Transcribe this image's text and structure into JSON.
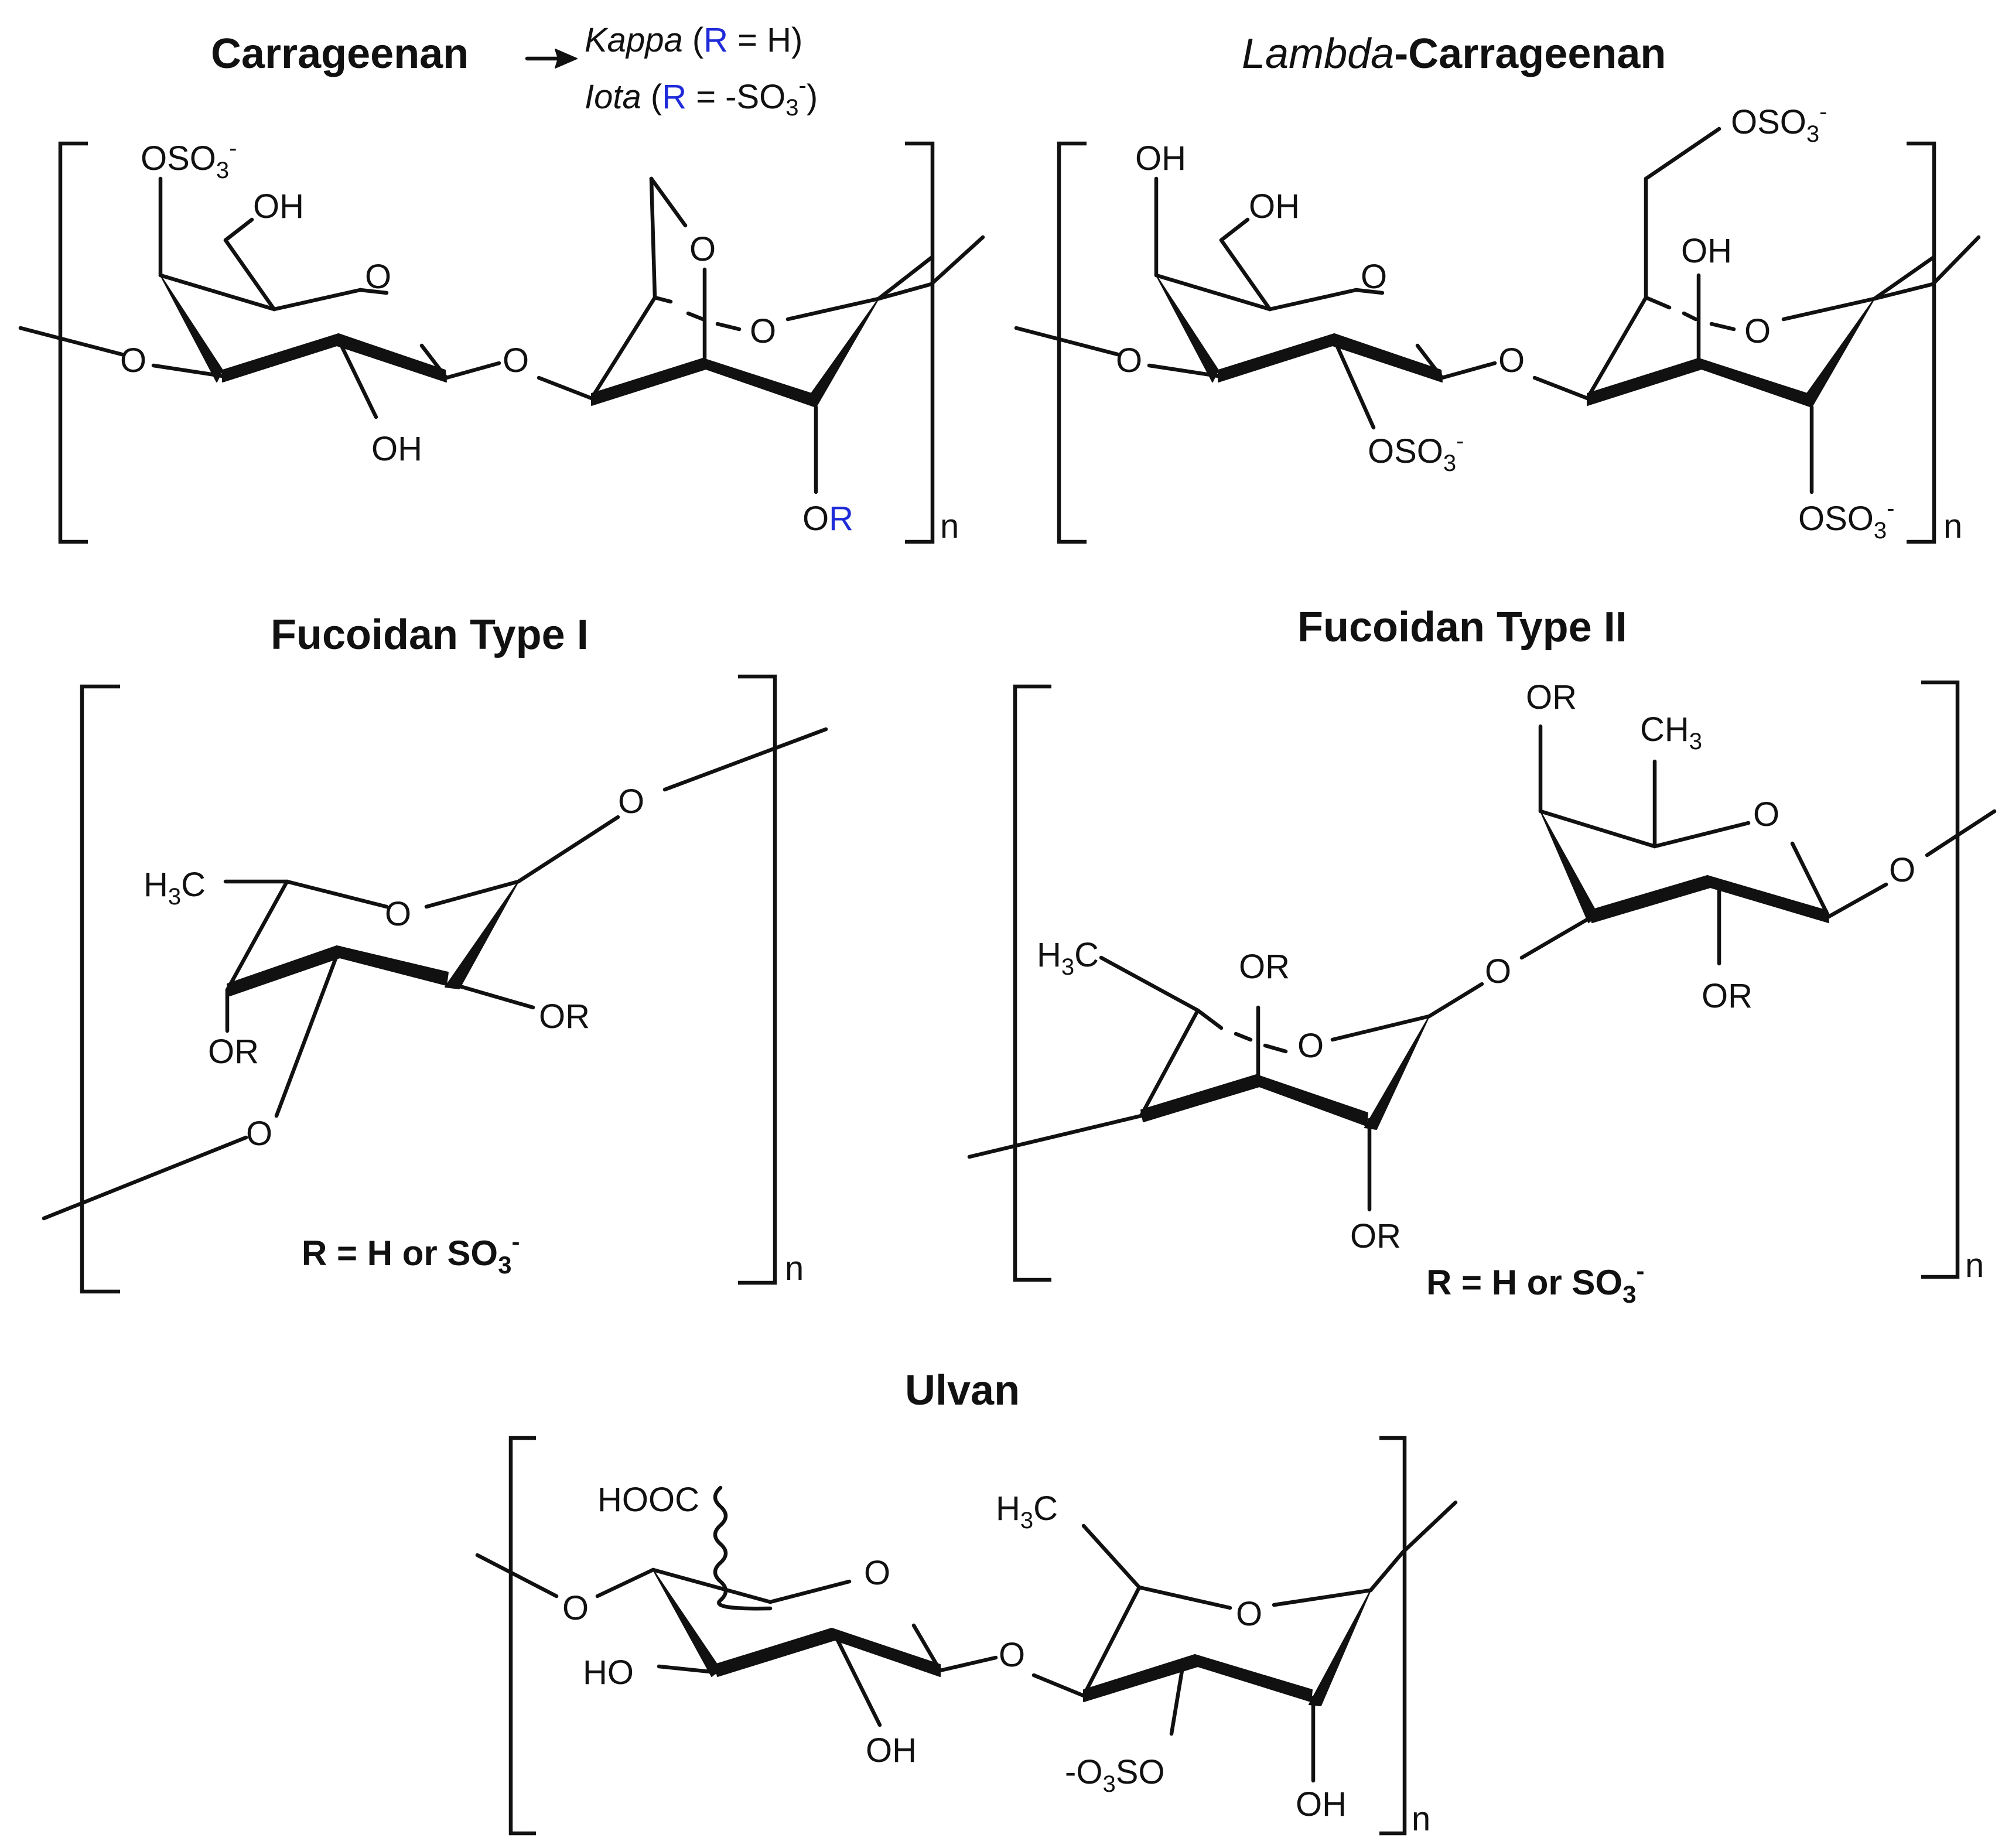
{
  "titles": {
    "carrageenan": "Carrageenan",
    "lambda_italic": "Lambda",
    "lambda_rest": "-Carrageenan",
    "fucoidan_1": "Fucoidan Type I",
    "fucoidan_2": "Fucoidan Type II",
    "ulvan": "Ulvan"
  },
  "variants": {
    "kappa": {
      "name": "Kappa",
      "open": " (",
      "r": "R",
      "rest": " = H)"
    },
    "iota": {
      "name": "Iota",
      "open": " (",
      "r": "R",
      "rest": " = -SO",
      "sub": "3",
      "sup": "-",
      "close": ")"
    }
  },
  "atoms": {
    "O": "O",
    "OH": "OH",
    "OR": "OR",
    "R": "R",
    "OSO": "OSO",
    "sub3": "3",
    "minus": "-",
    "H": "H",
    "C": "C",
    "CH": "CH",
    "HO": "HO",
    "HOOC": "HOOC",
    "neg_O": "-O",
    "SO": "SO",
    "n": "n"
  },
  "r_definition": {
    "prefix": "R = H or SO",
    "sub": "3",
    "sup": "-"
  },
  "colors": {
    "ink": "#111111",
    "highlight": "#1f2bd8",
    "background": "#ffffff"
  }
}
